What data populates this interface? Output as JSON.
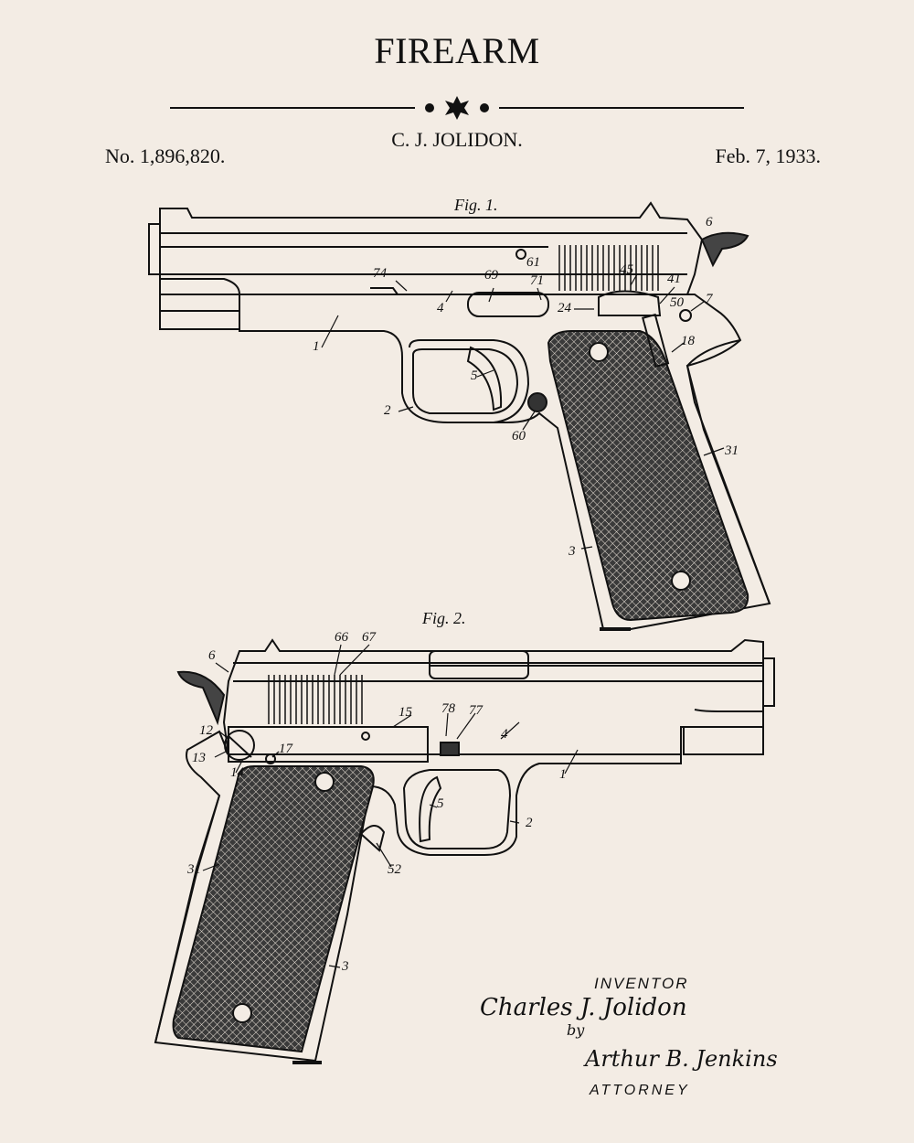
{
  "header": {
    "title": "FIREARM",
    "inventor": "C. J. JOLIDON.",
    "patent_number": "No. 1,896,820.",
    "date": "Feb. 7, 1933."
  },
  "figures": {
    "fig1": {
      "label": "Fig. 1.",
      "callouts": [
        "74",
        "4",
        "69",
        "61",
        "71",
        "45",
        "41",
        "50",
        "7",
        "6",
        "24",
        "18",
        "1",
        "5",
        "2",
        "60",
        "31",
        "3"
      ]
    },
    "fig2": {
      "label": "Fig. 2.",
      "callouts": [
        "6",
        "66",
        "67",
        "15",
        "78",
        "77",
        "4",
        "1",
        "12",
        "13",
        "14",
        "17",
        "5",
        "2",
        "52",
        "31",
        "3"
      ]
    }
  },
  "footer": {
    "inventor_caption": "INVENTOR",
    "attorney_caption": "ATTORNEY",
    "inventor_signature": "Charles J. Jolidon",
    "by": "by",
    "attorney_signature": "Arthur B. Jenkins"
  },
  "colors": {
    "background": "#f3ece4",
    "ink": "#111111",
    "grip": "#3a3a3a"
  }
}
